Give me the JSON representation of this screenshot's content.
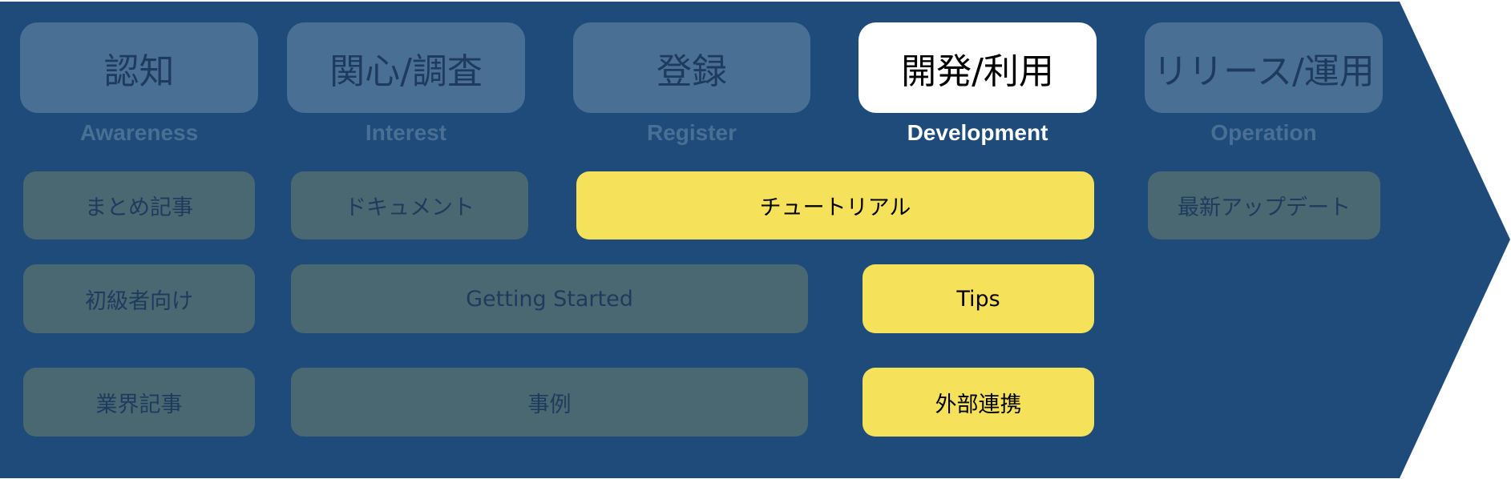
{
  "colors": {
    "background": "#1f4b7a",
    "stage": "#4a6f94",
    "stage_active": "#ffffff",
    "item": "#4a6871",
    "highlight": "#f5e25a"
  },
  "stages": [
    {
      "label": "認知",
      "sub": "Awareness"
    },
    {
      "label": "関心/調査",
      "sub": "Interest"
    },
    {
      "label": "登録",
      "sub": "Register"
    },
    {
      "label": "開発/利用",
      "sub": "Development"
    },
    {
      "label": "リリース/運用",
      "sub": "Operation"
    }
  ],
  "items": {
    "summary": "まとめ記事",
    "docs": "ドキュメント",
    "tutorial": "チュートリアル",
    "updates": "最新アップデート",
    "beginner": "初級者向け",
    "getting_started": "Getting Started",
    "tips": "Tips",
    "industry": "業界記事",
    "cases": "事例",
    "integration": "外部連携"
  }
}
